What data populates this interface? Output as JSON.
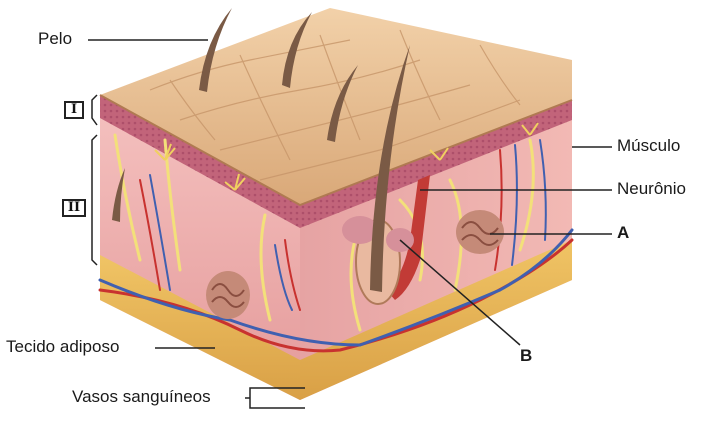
{
  "labels": {
    "pelo": "Pelo",
    "layer_i": "I",
    "layer_ii": "II",
    "musculo": "Músculo",
    "neuronio": "Neurônio",
    "a": "A",
    "b": "B",
    "tecido_adiposo": "Tecido adiposo",
    "vasos_sanguineos": "Vasos sanguíneos"
  },
  "colors": {
    "epidermis_top": "#e8c39a",
    "epidermis_dark": "#c9906a",
    "dermis": "#f0b8b4",
    "dermis_dark": "#d98c8c",
    "epidermis_layer": "#c2647a",
    "adipose": "#e7b552",
    "hair": "#7a5a45",
    "nerve": "#f3e07a",
    "artery": "#c8322f",
    "vein": "#4060b0",
    "gland": "#b07060"
  }
}
